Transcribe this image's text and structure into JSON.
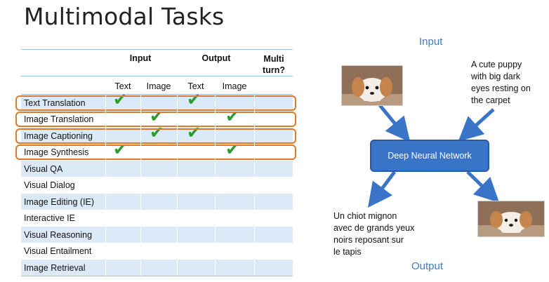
{
  "slide": {
    "title": "Multimodal Tasks"
  },
  "table": {
    "group_headers": {
      "input": "Input",
      "output": "Output",
      "multiturn": "Multi turn?"
    },
    "sub_headers": [
      "Text",
      "Image",
      "Text",
      "Image"
    ],
    "rows": [
      {
        "label": "Text Translation",
        "checks": [
          true,
          false,
          true,
          false
        ],
        "highlighted": true
      },
      {
        "label": "Image Translation",
        "checks": [
          false,
          true,
          false,
          true
        ],
        "highlighted": true
      },
      {
        "label": "Image Captioning",
        "checks": [
          false,
          true,
          true,
          false
        ],
        "highlighted": true
      },
      {
        "label": "Image Synthesis",
        "checks": [
          true,
          false,
          false,
          true
        ],
        "highlighted": true
      },
      {
        "label": "Visual QA",
        "checks": [
          false,
          false,
          false,
          false
        ],
        "highlighted": false
      },
      {
        "label": "Visual Dialog",
        "checks": [
          false,
          false,
          false,
          false
        ],
        "highlighted": false
      },
      {
        "label": "Image Editing (IE)",
        "checks": [
          false,
          false,
          false,
          false
        ],
        "highlighted": false
      },
      {
        "label": "Interactive IE",
        "checks": [
          false,
          false,
          false,
          false
        ],
        "highlighted": false
      },
      {
        "label": "Visual Reasoning",
        "checks": [
          false,
          false,
          false,
          false
        ],
        "highlighted": false
      },
      {
        "label": "Visual Entailment",
        "checks": [
          false,
          false,
          false,
          false
        ],
        "highlighted": false
      },
      {
        "label": "Image Retrieval",
        "checks": [
          false,
          false,
          false,
          false
        ],
        "highlighted": false
      }
    ]
  },
  "diagram": {
    "input_label": "Input",
    "output_label": "Output",
    "network_label": "Deep Neural Network",
    "input_caption": [
      "A cute puppy",
      "with big dark",
      "eyes resting on",
      "the carpet"
    ],
    "output_caption": [
      "Un chiot mignon",
      "avec de grands yeux",
      "noirs reposant sur",
      "le tapis"
    ]
  },
  "colors": {
    "accent_blue": "#3a74c6",
    "highlight_orange": "#e07a2a",
    "check_green": "#2f9a2f",
    "row_shade": "#dce9f6"
  },
  "icons": {
    "check": "check-mark-icon"
  }
}
